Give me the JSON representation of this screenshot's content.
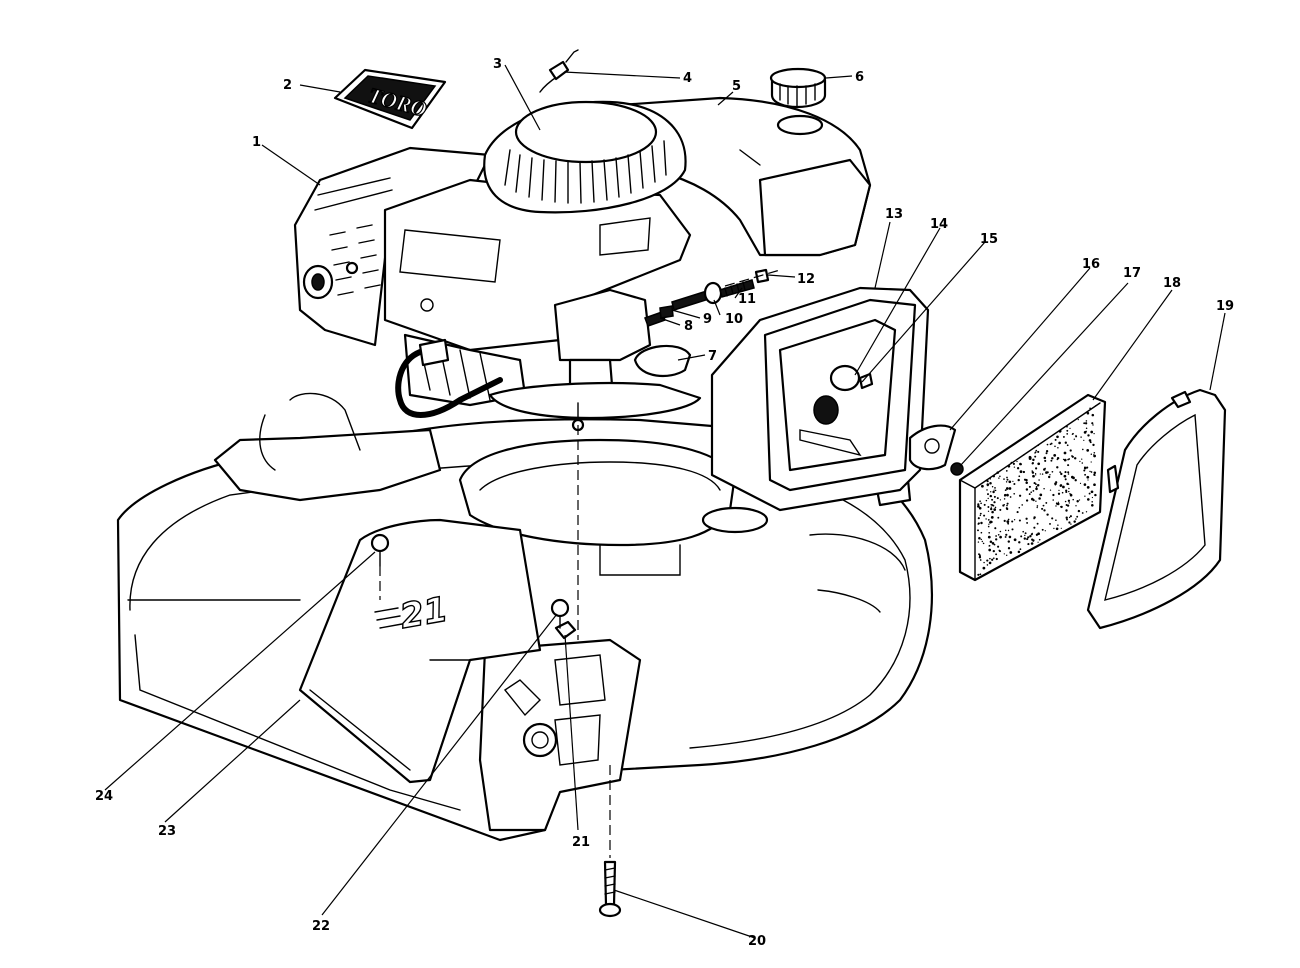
{
  "callouts": [
    {
      "id": "1",
      "text": "1"
    },
    {
      "id": "2",
      "text": "2"
    },
    {
      "id": "3",
      "text": "3"
    },
    {
      "id": "4",
      "text": "4"
    },
    {
      "id": "5",
      "text": "5"
    },
    {
      "id": "6",
      "text": "6"
    },
    {
      "id": "7",
      "text": "7"
    },
    {
      "id": "8",
      "text": "8"
    },
    {
      "id": "9",
      "text": "9"
    },
    {
      "id": "10",
      "text": "10"
    },
    {
      "id": "11",
      "text": "11"
    },
    {
      "id": "12",
      "text": "12"
    },
    {
      "id": "13",
      "text": "13"
    },
    {
      "id": "14",
      "text": "14"
    },
    {
      "id": "15",
      "text": "15"
    },
    {
      "id": "16",
      "text": "16"
    },
    {
      "id": "17",
      "text": "17"
    },
    {
      "id": "18",
      "text": "18"
    },
    {
      "id": "19",
      "text": "19"
    },
    {
      "id": "20",
      "text": "20"
    },
    {
      "id": "21",
      "text": "21"
    },
    {
      "id": "22",
      "text": "22"
    },
    {
      "id": "23",
      "text": "23"
    },
    {
      "id": "24",
      "text": "24"
    }
  ],
  "decals": {
    "brand": "TORO",
    "deck_size": "21"
  },
  "colors": {
    "line": "#000000",
    "background": "#ffffff"
  }
}
